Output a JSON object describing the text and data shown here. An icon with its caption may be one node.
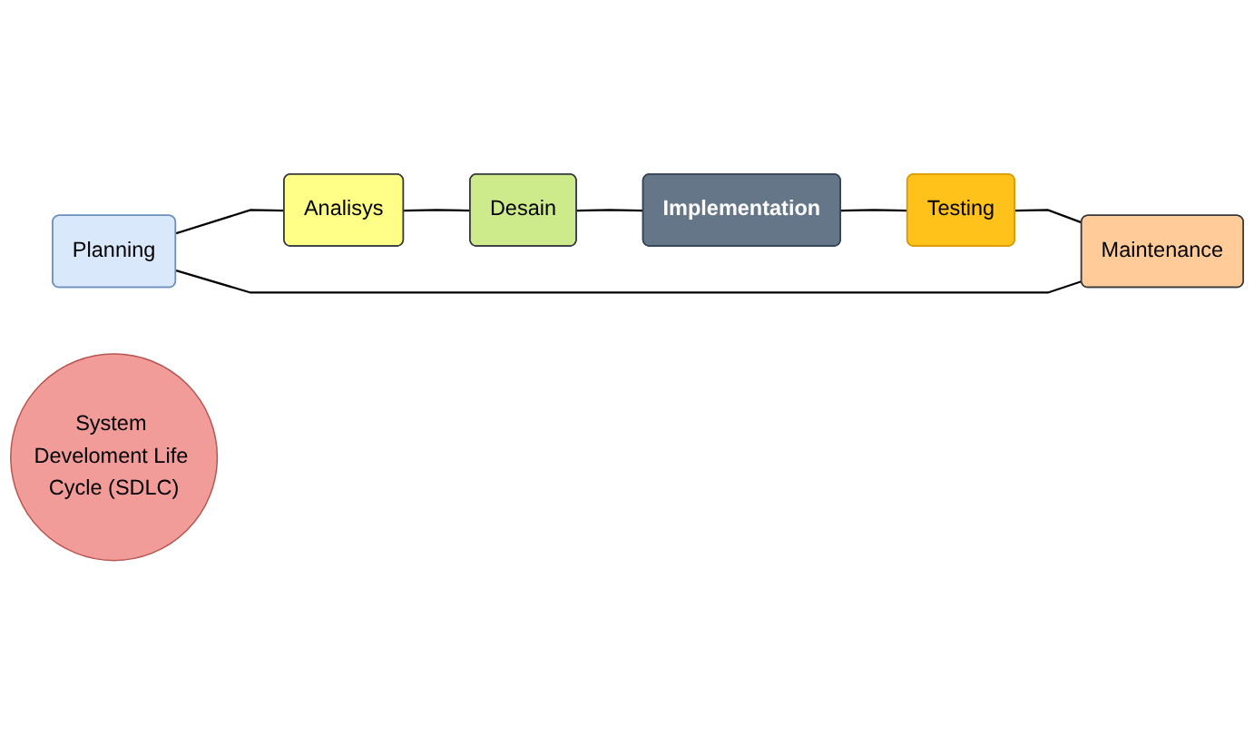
{
  "diagram": {
    "nodes": [
      {
        "text": [
          "Planning"
        ]
      },
      {
        "text": [
          "Analisys"
        ]
      },
      {
        "text": [
          "Desain"
        ]
      },
      {
        "text": [
          "Implementation"
        ]
      },
      {
        "text": [
          "Testing"
        ]
      },
      {
        "text": [
          "Maintenance"
        ]
      },
      {
        "text": [
          "System Develoment Life Cycle (SDLC)"
        ]
      }
    ],
    "edges": [
      {
        "from": 0,
        "to": 1,
        "arrow": "none"
      },
      {
        "from": 1,
        "to": 2,
        "arrow": "none"
      },
      {
        "from": 2,
        "to": 3,
        "arrow": "none"
      },
      {
        "from": 3,
        "to": 4,
        "arrow": "none"
      },
      {
        "from": 4,
        "to": 5,
        "arrow": "none"
      },
      {
        "from": 5,
        "to": 0,
        "arrow": "none"
      }
    ]
  }
}
